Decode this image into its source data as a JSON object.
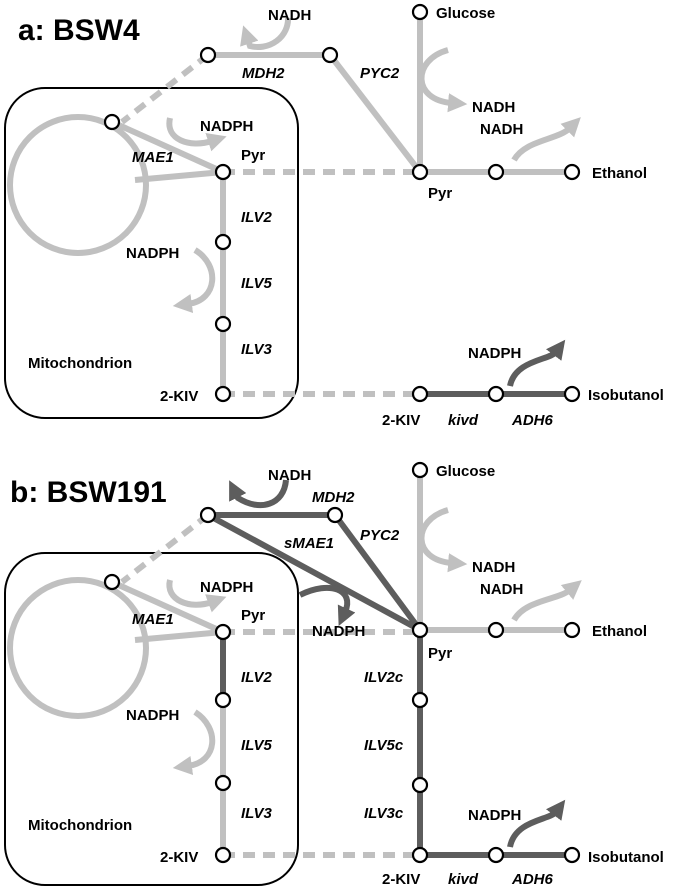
{
  "panel_a": {
    "title": "a: BSW4",
    "labels": {
      "nadh_top": "NADH",
      "mdh2": "MDH2",
      "pyc2": "PYC2",
      "glucose": "Glucose",
      "nadh_glycolysis": "NADH",
      "nadh_ethanol": "NADH",
      "ethanol": "Ethanol",
      "pyr_cyto": "Pyr",
      "nadph_mae1": "NADPH",
      "mae1": "MAE1",
      "pyr_mito": "Pyr",
      "ilv2": "ILV2",
      "nadph_ilv5": "NADPH",
      "ilv5": "ILV5",
      "ilv3": "ILV3",
      "mitochondrion": "Mitochondrion",
      "kiv_mito": "2-KIV",
      "nadph_adh6": "NADPH",
      "kiv_cyto": "2-KIV",
      "kivd": "kivd",
      "adh6": "ADH6",
      "isobutanol": "Isobutanol"
    }
  },
  "panel_b": {
    "title": "b: BSW191",
    "labels": {
      "nadh_top": "NADH",
      "mdh2": "MDH2",
      "smae1": "sMAE1",
      "pyc2": "PYC2",
      "glucose": "Glucose",
      "nadh_glycolysis": "NADH",
      "nadh_ethanol": "NADH",
      "ethanol": "Ethanol",
      "pyr_cyto": "Pyr",
      "nadph_smae1": "NADPH",
      "nadph_mae1": "NADPH",
      "mae1": "MAE1",
      "pyr_mito": "Pyr",
      "ilv2": "ILV2",
      "nadph_ilv5": "NADPH",
      "ilv5": "ILV5",
      "ilv3": "ILV3",
      "mitochondrion": "Mitochondrion",
      "kiv_mito": "2-KIV",
      "ilv2c": "ILV2c",
      "ilv5c": "ILV5c",
      "ilv3c": "ILV3c",
      "nadph_adh6": "NADPH",
      "kiv_cyto": "2-KIV",
      "kivd": "kivd",
      "adh6": "ADH6",
      "isobutanol": "Isobutanol"
    }
  },
  "colors": {
    "native_pathway": "#c0c0c0",
    "engineered_pathway": "#5d5d5d",
    "outline": "#000000"
  }
}
